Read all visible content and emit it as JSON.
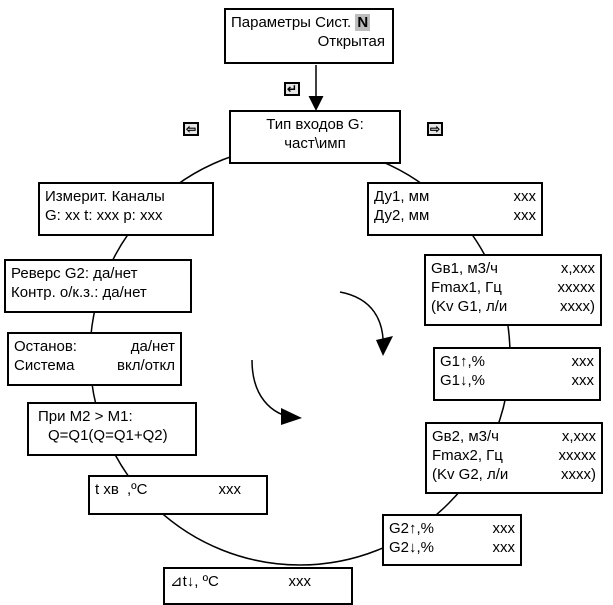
{
  "header": {
    "line1": "Параметры Сист.",
    "cursor": "N",
    "line2": "Открытая"
  },
  "center": {
    "line1": "Тип входов G:",
    "line2": "част\\имп"
  },
  "keys": {
    "enter_icon": "enter-key",
    "left_icon": "left-arrow-key",
    "right_icon": "right-arrow-key"
  },
  "left_chain": [
    {
      "l1a": "Измерит. Каналы",
      "l2a": "G: xx t: xxx  p: xxx"
    },
    {
      "l1a": "Реверс G2: да/нет",
      "l2a": "Контр. о/к.з.: да/нет"
    },
    {
      "l1a": "Останов:",
      "l1b": "да/нет",
      "l2a": "Система",
      "l2b": "вкл/откл"
    },
    {
      "l1a": "При М2 > М1:",
      "l2a": "Q=Q1(Q=Q1+Q2)"
    },
    {
      "l1a": "t хв",
      "l1b": ",ºC",
      "l1c": "xxx"
    },
    {
      "l1a": "⊿t↓, ºC",
      "l1c": "xxx"
    }
  ],
  "right_chain": [
    {
      "l1a": "Ду1, мм",
      "l1c": "xxx",
      "l2a": "Ду2, мм",
      "l2c": "xxx"
    },
    {
      "l1a": "Gв1, м3/ч",
      "l1c": "x,xxx",
      "l2a": "Fmax1, Гц",
      "l2c": "xxxxx",
      "l3a": "(Kv G1, л/и",
      "l3c": "xxxx)"
    },
    {
      "l1a": "G1↑,%",
      "l1c": "xxx",
      "l2a": "G1↓,%",
      "l2c": "xxx"
    },
    {
      "l1a": "Gв2, м3/ч",
      "l1c": "x,xxx",
      "l2a": "Fmax2, Гц",
      "l2c": "xxxxx",
      "l3a": "(Kv G2, л/и",
      "l3c": "xxxx)"
    },
    {
      "l1a": "G2↑,%",
      "l1c": "xxx",
      "l2a": "G2↓,%",
      "l2c": "xxx"
    }
  ]
}
